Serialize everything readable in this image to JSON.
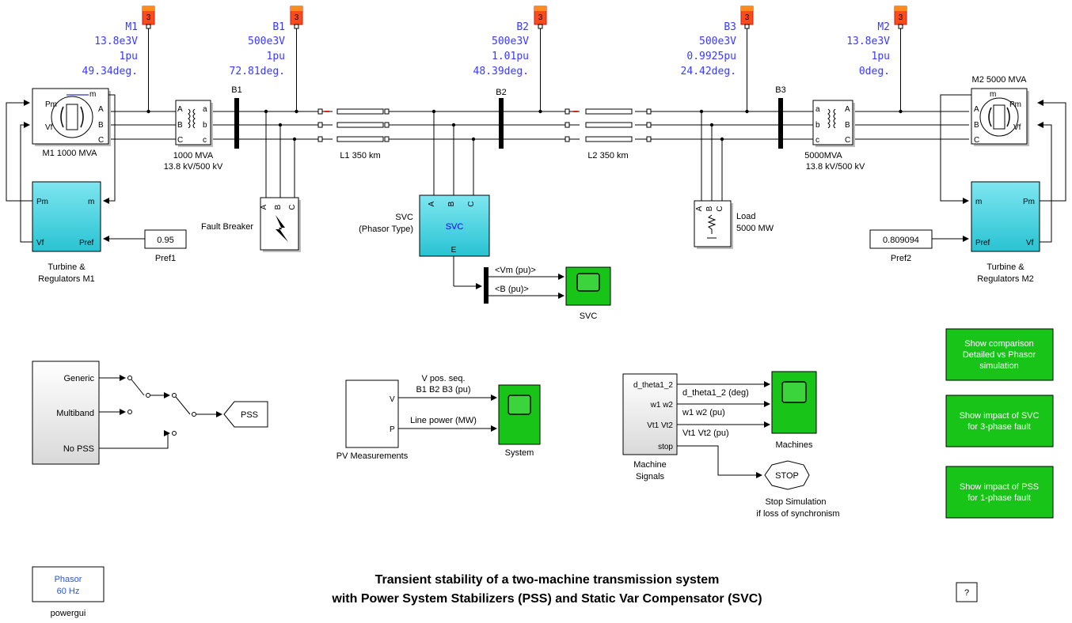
{
  "measurements": [
    {
      "name": "M1",
      "voltage": "13.8e3V",
      "mag": "1pu",
      "angle": "49.34deg."
    },
    {
      "name": "B1",
      "voltage": "500e3V",
      "mag": "1pu",
      "angle": "72.81deg."
    },
    {
      "name": "B2",
      "voltage": "500e3V",
      "mag": "1.01pu",
      "angle": "48.39deg."
    },
    {
      "name": "B3",
      "voltage": "500e3V",
      "mag": "0.9925pu",
      "angle": "24.42deg."
    },
    {
      "name": "M2",
      "voltage": "13.8e3V",
      "mag": "1pu",
      "angle": "0deg."
    }
  ],
  "tag_label": "3",
  "machines": {
    "m1": "M1 1000 MVA",
    "m2": "M2 5000 MVA"
  },
  "transformers": {
    "t1_line1": "1000 MVA",
    "t1_line2": "13.8 kV/500 kV",
    "t2_line1": "5000MVA",
    "t2_line2": "13.8 kV/500 kV"
  },
  "buses": {
    "b1": "B1",
    "b2": "B2",
    "b3": "B3"
  },
  "lines": {
    "l1": "L1 350 km",
    "l2": "L2 350 km"
  },
  "fault_breaker": "Fault Breaker",
  "svc": {
    "label1": "SVC",
    "label2": "(Phasor Type)",
    "inner": "SVC",
    "port": "E",
    "sig1": "<Vm (pu)>",
    "sig2": "<B (pu)>",
    "scope": "SVC"
  },
  "load": {
    "line1": "Load",
    "line2": "5000 MW"
  },
  "turbines": {
    "t1_line1": "Turbine &",
    "t1_line2": "Regulators M1",
    "t2_line1": "Turbine &",
    "t2_line2": "Regulators M2"
  },
  "ports": {
    "pm": "Pm",
    "m": "m",
    "vf": "Vf",
    "pref": "Pref",
    "a": "A",
    "b": "B",
    "c": "C",
    "sa": "a",
    "sb": "b",
    "sc": "c",
    "V": "V",
    "P": "P"
  },
  "constants": {
    "pref1_value": "0.95",
    "pref1_label": "Pref1",
    "pref2_value": "0.809094",
    "pref2_label": "Pref2"
  },
  "pss_selector": {
    "items": [
      "Generic",
      "Multiband",
      "No PSS"
    ],
    "goto": "PSS"
  },
  "pv": {
    "label": "PV Measurements",
    "sig1a": "V pos. seq.",
    "sig1b": "B1 B2 B3 (pu)",
    "sig2": "Line power (MW)",
    "scope": "System"
  },
  "machine_signals": {
    "ports": [
      "d_theta1_2",
      "w1 w2",
      "Vt1 Vt2",
      "stop"
    ],
    "label1": "Machine",
    "label2": "Signals",
    "sig1": "d_theta1_2 (deg)",
    "sig2": "w1 w2 (pu)",
    "sig3": "Vt1 Vt2 (pu)",
    "scope": "Machines"
  },
  "stop": {
    "text": "STOP",
    "label1": "Stop Simulation",
    "label2": "if loss of synchronism"
  },
  "buttons": [
    {
      "lines": [
        "Show comparison",
        "Detailed vs Phasor",
        "simulation"
      ]
    },
    {
      "lines": [
        "Show impact of SVC",
        "for 3-phase fault"
      ]
    },
    {
      "lines": [
        "Show impact of PSS",
        "for 1-phase fault"
      ]
    }
  ],
  "powergui": {
    "line1": "Phasor",
    "line2": "60 Hz",
    "label": "powergui"
  },
  "title": {
    "line1": "Transient stability of a two-machine transmission system",
    "line2": "with Power System Stabilizers (PSS) and Static Var Compensator (SVC)"
  },
  "help": "?",
  "colors": {
    "cyan": "#3fd0df",
    "green": "#18c418",
    "tag": "#ff4a1a",
    "measure": "#3a3aff"
  }
}
